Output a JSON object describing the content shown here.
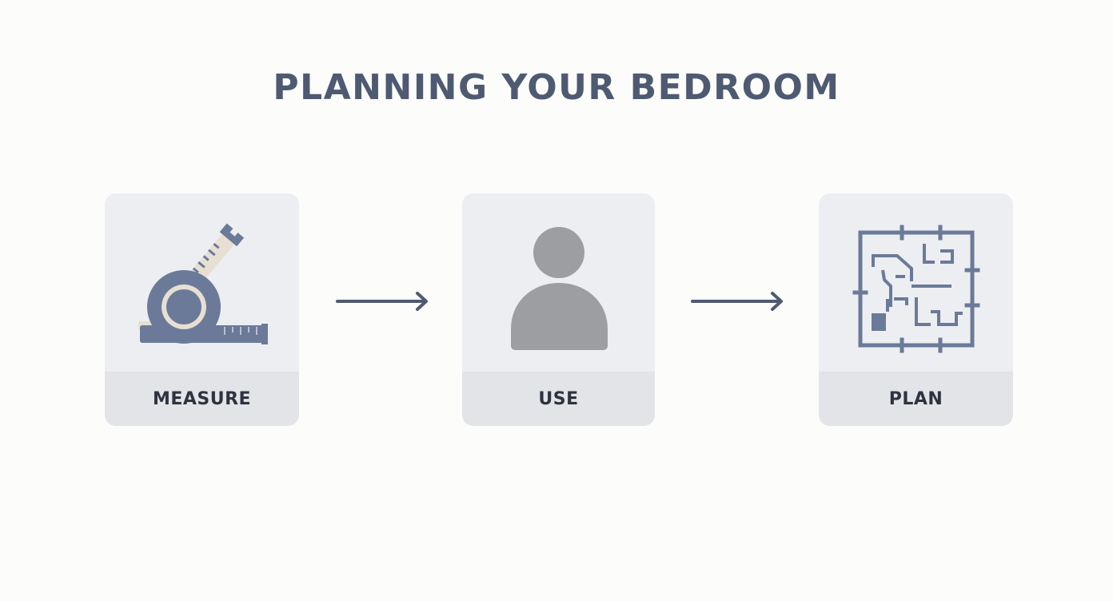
{
  "title": "PLANNING YOUR BEDROOM",
  "steps": [
    {
      "label": "MEASURE",
      "icon": "tape-measure-icon"
    },
    {
      "label": "USE",
      "icon": "person-icon"
    },
    {
      "label": "PLAN",
      "icon": "floor-plan-icon"
    }
  ],
  "colors": {
    "title": "#4e5a71",
    "arrow": "#4e5a71",
    "card": "#eceef2",
    "label_band": "#e2e4e8",
    "icon_primary": "#6b7a99",
    "person": "#9d9ea2"
  }
}
